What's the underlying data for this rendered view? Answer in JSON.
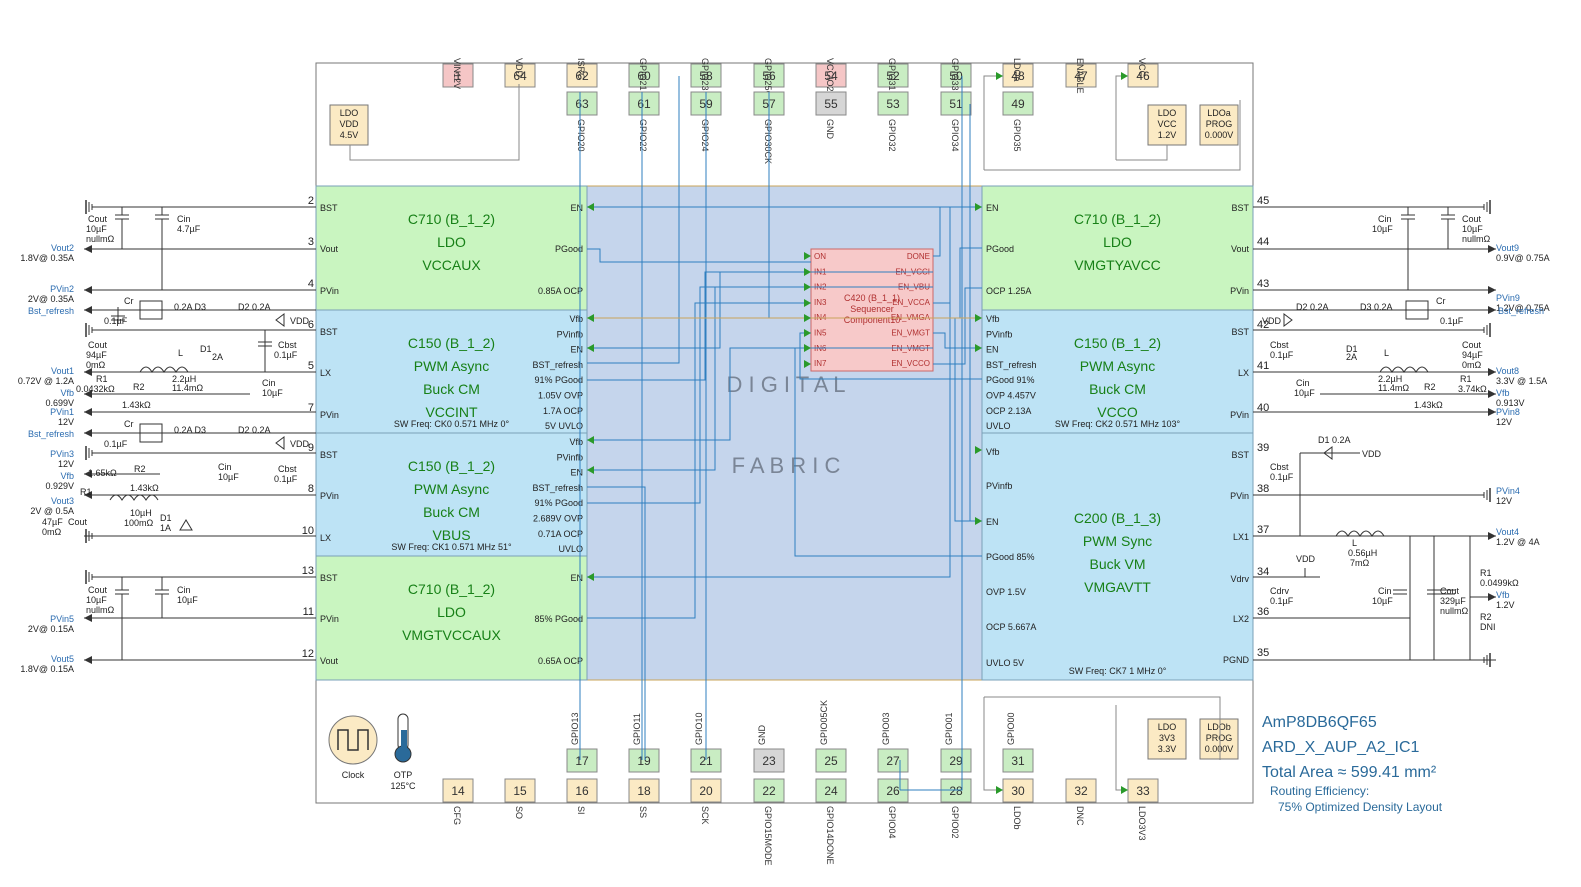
{
  "title": {
    "part": "AmP8DB6QF65",
    "design": "ARD_X_AUP_A2_IC1",
    "area": "Total Area ≈ 599.41 mm²",
    "routing_label": "Routing Efficiency:",
    "routing_value": "75% Optimized Density Layout"
  },
  "fabric": {
    "line1": "D I G I T A L",
    "line2": "F A B R I C"
  },
  "pins_top": [
    {
      "num": "1",
      "label": "VIN12V",
      "color": "#f5c6c6"
    },
    {
      "num": "64",
      "label": "VDD",
      "color": "#fbeac4"
    },
    {
      "num": "62",
      "label": "ISRC",
      "color": "#fbeac4"
    },
    {
      "num": "60",
      "label": "GPIO21",
      "color": "#c9edc3"
    },
    {
      "num": "58",
      "label": "GPIO23",
      "color": "#c9edc3"
    },
    {
      "num": "56",
      "label": "GPIO25CK",
      "color": "#c9edc3"
    },
    {
      "num": "54",
      "label": "VCCIO23",
      "color": "#f5c6c6"
    },
    {
      "num": "52",
      "label": "GPIO31",
      "color": "#c9edc3"
    },
    {
      "num": "50",
      "label": "GPIO33",
      "color": "#c9edc3"
    },
    {
      "num": "48",
      "label": "LDOa",
      "color": "#fbeac4"
    },
    {
      "num": "47",
      "label": "ENABLE",
      "color": "#fbeac4"
    },
    {
      "num": "46",
      "label": "VCC",
      "color": "#fbeac4"
    }
  ],
  "pins_top2": [
    {
      "num": "63",
      "label": "GPIO20",
      "color": "#c9edc3"
    },
    {
      "num": "61",
      "label": "GPIO22",
      "color": "#c9edc3"
    },
    {
      "num": "59",
      "label": "GPIO24",
      "color": "#c9edc3"
    },
    {
      "num": "57",
      "label": "GPIO30CK",
      "color": "#c9edc3"
    },
    {
      "num": "55",
      "label": "GND",
      "color": "#d6d6d6"
    },
    {
      "num": "53",
      "label": "GPIO32",
      "color": "#c9edc3"
    },
    {
      "num": "51",
      "label": "GPIO34",
      "color": "#c9edc3"
    },
    {
      "num": "49",
      "label": "GPIO35",
      "color": "#c9edc3"
    }
  ],
  "pins_bottom_inner": [
    {
      "num": "17",
      "label": "GPIO13",
      "color": "#c9edc3"
    },
    {
      "num": "19",
      "label": "GPIO11",
      "color": "#c9edc3"
    },
    {
      "num": "21",
      "label": "GPIO10",
      "color": "#c9edc3"
    },
    {
      "num": "23",
      "label": "GND",
      "color": "#d6d6d6"
    },
    {
      "num": "25",
      "label": "GPIO05CK",
      "color": "#c9edc3"
    },
    {
      "num": "27",
      "label": "GPIO03",
      "color": "#c9edc3"
    },
    {
      "num": "29",
      "label": "GPIO01",
      "color": "#c9edc3"
    },
    {
      "num": "31",
      "label": "GPIO00",
      "color": "#c9edc3"
    }
  ],
  "pins_bottom": [
    {
      "num": "14",
      "label": "CFG",
      "color": "#fbeac4"
    },
    {
      "num": "15",
      "label": "SO",
      "color": "#fbeac4"
    },
    {
      "num": "16",
      "label": "SI",
      "color": "#fbeac4"
    },
    {
      "num": "18",
      "label": "SS",
      "color": "#fbeac4"
    },
    {
      "num": "20",
      "label": "SCK",
      "color": "#fbeac4"
    },
    {
      "num": "22",
      "label": "GPIO15MODE",
      "color": "#c9edc3"
    },
    {
      "num": "24",
      "label": "GPIO14DONE",
      "color": "#c9edc3"
    },
    {
      "num": "26",
      "label": "GPIO04",
      "color": "#c9edc3"
    },
    {
      "num": "28",
      "label": "GPIO02",
      "color": "#c9edc3"
    },
    {
      "num": "30",
      "label": "LDOb",
      "color": "#fbeac4"
    },
    {
      "num": "32",
      "label": "DNC",
      "color": "#fbeac4"
    },
    {
      "num": "33",
      "label": "LDO3V3",
      "color": "#fbeac4"
    }
  ],
  "ldo_boxes": [
    {
      "lines": [
        "LDO",
        "VDD",
        "4.5V"
      ]
    },
    {
      "lines": [
        "LDO",
        "VCC",
        "1.2V"
      ]
    },
    {
      "lines": [
        "LDOa",
        "PROG",
        "0.000V"
      ]
    },
    {
      "lines": [
        "LDO",
        "3V3",
        "3.3V"
      ]
    },
    {
      "lines": [
        "LDOb",
        "PROG",
        "0.000V"
      ]
    }
  ],
  "blocks": [
    {
      "name": "C710 (B_1_2)",
      "type": "LDO",
      "rail": "VCCAUX",
      "color": "#c9f5c0",
      "left_pins": [
        [
          "BST",
          "2"
        ],
        [
          "Vout",
          "3"
        ],
        [
          "PVin",
          "4"
        ]
      ],
      "right_pins": [
        "EN",
        "PGood",
        "0.85A OCP"
      ],
      "sw": ""
    },
    {
      "name": "C150 (B_1_2)",
      "type": "PWM Async",
      "type2": "Buck CM",
      "rail": "VCCINT",
      "color": "#bde3f5",
      "left_pins": [
        [
          "BST",
          "6"
        ],
        [
          "LX",
          "5"
        ],
        [
          "PVin",
          "7"
        ]
      ],
      "right_pins": [
        "Vfb",
        "PVinfb",
        "EN",
        "BST_refresh",
        "91% PGood",
        "1.05V OVP",
        "1.7A OCP",
        "5V UVLO"
      ],
      "sw": "SW Freq: CK0 0.571 MHz 0°"
    },
    {
      "name": "C150 (B_1_2)",
      "type": "PWM Async",
      "type2": "Buck CM",
      "rail": "VBUS",
      "color": "#bde3f5",
      "left_pins": [
        [
          "BST",
          "9"
        ],
        [
          "PVin",
          "8"
        ],
        [
          "LX",
          "10"
        ]
      ],
      "right_pins": [
        "Vfb",
        "PVinfb",
        "EN",
        "BST_refresh",
        "91% PGood",
        "2.689V OVP",
        "0.71A OCP",
        "UVLO"
      ],
      "sw": "SW Freq: CK1 0.571 MHz 51°"
    },
    {
      "name": "C710 (B_1_2)",
      "type": "LDO",
      "rail": "VMGTVCCAUX",
      "color": "#c9f5c0",
      "left_pins": [
        [
          "BST",
          "13"
        ],
        [
          "PVin",
          "11"
        ],
        [
          "Vout",
          "12"
        ]
      ],
      "right_pins": [
        "EN",
        "85% PGood",
        "0.65A OCP"
      ],
      "sw": ""
    },
    {
      "name": "C710 (B_1_2)",
      "type": "LDO",
      "rail": "VMGTYAVCC",
      "color": "#c9f5c0",
      "right_side": [
        [
          "BST",
          "45"
        ],
        [
          "Vout",
          "44"
        ],
        [
          "PVin",
          "43"
        ]
      ],
      "inner": [
        "EN",
        "PGood",
        "OCP 1.25A"
      ],
      "sw": ""
    },
    {
      "name": "C150 (B_1_2)",
      "type": "PWM Async",
      "type2": "Buck CM",
      "rail": "VCCO",
      "color": "#bde3f5",
      "right_side": [
        [
          "BST",
          "42"
        ],
        [
          "LX",
          "41"
        ],
        [
          "PVin",
          "40"
        ]
      ],
      "inner": [
        "Vfb",
        "PVinfb",
        "EN",
        "BST_refresh",
        "PGood 91%",
        "OVP 4.457V",
        "OCP 2.13A",
        "UVLO"
      ],
      "sw": "SW Freq: CK2 0.571 MHz 103°"
    },
    {
      "name": "C200 (B_1_3)",
      "type": "PWM Sync",
      "type2": "Buck VM",
      "rail": "VMGAVTT",
      "color": "#bde3f5",
      "right_side": [
        [
          "BST",
          "39"
        ],
        [
          "PVin",
          "38"
        ],
        [
          "LX1",
          "37"
        ],
        [
          "Vdrv",
          "34"
        ],
        [
          "LX2",
          "36"
        ],
        [
          "PGND",
          "35"
        ]
      ],
      "inner": [
        "Vfb",
        "PVinfb",
        "EN",
        "PGood 85%",
        "OVP 1.5V",
        "OCP 5.667A",
        "UVLO 5V"
      ],
      "sw": "SW Freq: CK7 1 MHz 0°"
    }
  ],
  "sequencer": {
    "title": "C420 (B_1_1)",
    "sub1": "Sequencer",
    "sub2": "Component10",
    "inputs": [
      "ON",
      "IN1",
      "IN2",
      "IN3",
      "IN4",
      "IN5",
      "IN6",
      "IN7"
    ],
    "outputs": [
      "DONE",
      "EN_VCCI",
      "EN_VBU",
      "EN_VCCA",
      "EN_VMGA",
      "EN_VMGT",
      "EN_VMGT",
      "EN_VCCO"
    ]
  },
  "left_nets": [
    {
      "name": "Vout2",
      "val": "1.8V@ 0.35A"
    },
    {
      "name": "PVin2",
      "val": "2V@ 0.35A"
    },
    {
      "name": "Bst_refresh",
      "val": ""
    },
    {
      "name": "Vout1",
      "val": "0.72V @ 1.2A"
    },
    {
      "name": "Vfb",
      "val": "0.699V"
    },
    {
      "name": "PVin1",
      "val": "12V"
    },
    {
      "name": "Bst_refresh",
      "val": ""
    },
    {
      "name": "PVin3",
      "val": "12V"
    },
    {
      "name": "Vfb",
      "val": "0.929V"
    },
    {
      "name": "Vout3",
      "val": "2V @ 0.5A"
    },
    {
      "name": "PVin5",
      "val": "2V@ 0.15A"
    },
    {
      "name": "Vout5",
      "val": "1.8V@ 0.15A"
    }
  ],
  "right_nets": [
    {
      "name": "Vout9",
      "val": "0.9V@ 0.75A"
    },
    {
      "name": "PVin9",
      "val": "1.2V@ 0.75A"
    },
    {
      "name": "Bst_refresh",
      "val": ""
    },
    {
      "name": "Vout8",
      "val": "3.3V @ 1.5A"
    },
    {
      "name": "Vfb",
      "val": "0.913V"
    },
    {
      "name": "PVin8",
      "val": "12V"
    },
    {
      "name": "PVin4",
      "val": "12V"
    },
    {
      "name": "Vout4",
      "val": "1.2V @ 4A"
    },
    {
      "name": "Vfb",
      "val": "1.2V"
    }
  ],
  "components_left": {
    "cout1": [
      "Cout",
      "10µF",
      "nullmΩ"
    ],
    "cin1": [
      "Cin",
      "4.7µF"
    ],
    "cr1": "Cr",
    "cr1v": "0.1µF",
    "d3a": "0.2A  D3",
    "d2a": "D2 0.2A",
    "vdd": "VDD",
    "cout2": [
      "Cout",
      "94µF",
      "0mΩ"
    ],
    "d1a": [
      "D1",
      "2A"
    ],
    "l1": [
      "L",
      "2.2µH",
      "11.4mΩ"
    ],
    "cbst1": [
      "Cbst",
      "0.1µF"
    ],
    "r1a": [
      "R1",
      "0.0432kΩ"
    ],
    "r2a": [
      "R2",
      "1.43kΩ"
    ],
    "cin2": [
      "Cin",
      "10µF"
    ],
    "cr2": "Cr",
    "cr2v": "0.1µF",
    "r1b": "R1",
    "r2b": [
      "R2",
      "1.43kΩ"
    ],
    "rb3": "1.65kΩ",
    "cin3": [
      "Cin",
      "10µF"
    ],
    "cbst2": [
      "Cbst",
      "0.1µF"
    ],
    "l2": [
      "10µH",
      "100mΩ"
    ],
    "d1b": [
      "D1",
      "1A"
    ],
    "cout3": [
      "47µF",
      "Cout",
      "0mΩ"
    ],
    "cout4": [
      "Cout",
      "10µF",
      "nullmΩ"
    ],
    "cin4": [
      "Cin",
      "10µF"
    ]
  },
  "components_right": {
    "cin1": [
      "Cin",
      "10µF"
    ],
    "cout1": [
      "Cout",
      "10µF",
      "nullmΩ"
    ],
    "d2": "D2 0.2A",
    "d3": "D3 0.2A",
    "cr": "Cr",
    "crv": "0.1µF",
    "vdd": "VDD",
    "cbst": [
      "Cbst",
      "0.1µF"
    ],
    "d1": [
      "D1",
      "2A"
    ],
    "l": [
      "L",
      "2.2µH",
      "11.4mΩ"
    ],
    "cout2": [
      "Cout",
      "94µF",
      "0mΩ"
    ],
    "cin2": [
      "Cin",
      "10µF"
    ],
    "r2": [
      "R2",
      "1.43kΩ"
    ],
    "r1": [
      "R1",
      "3.74kΩ"
    ],
    "d1b": "D1 0.2A",
    "vdd2": "VDD",
    "cbst2": [
      "Cbst",
      "0.1µF"
    ],
    "l2": [
      "L",
      "0.56µH",
      "7mΩ"
    ],
    "vdd3": "VDD",
    "cdrv": [
      "Cdrv",
      "0.1µF"
    ],
    "cin3": [
      "Cin",
      "10µF"
    ],
    "cout3": [
      "Cout",
      "329µF",
      "nullmΩ"
    ],
    "r1b": [
      "R1",
      "0.0499kΩ"
    ],
    "r2b": [
      "R2",
      "DNI"
    ]
  },
  "misc": {
    "clock": "Clock",
    "otp": "OTP",
    "otp_temp": "125°C"
  }
}
